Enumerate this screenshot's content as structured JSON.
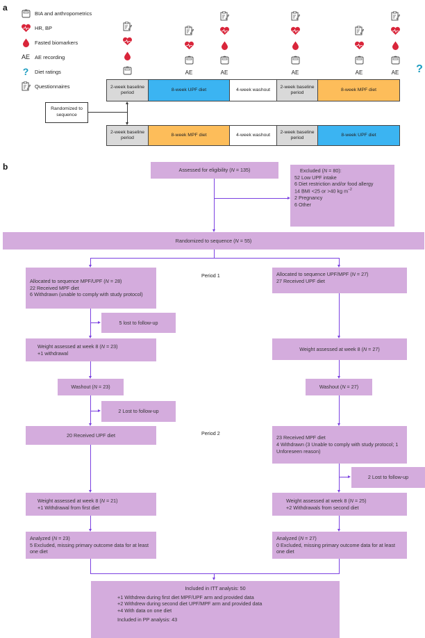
{
  "panel_a": {
    "label": "a",
    "legend": [
      {
        "icon": "scale-icon",
        "text": "BIA and anthropometrics"
      },
      {
        "icon": "heart-pulse-icon",
        "text": "HR, BP"
      },
      {
        "icon": "blood-drop-icon",
        "text": "Fasted biomarkers"
      },
      {
        "icon": "ae-text-icon",
        "icon_text": "AE",
        "text": "AE recording"
      },
      {
        "icon": "question-icon",
        "text": "Diet ratings"
      },
      {
        "icon": "clipboard-icon",
        "text": "Questionnaires"
      }
    ],
    "sequence_1": [
      {
        "type": "baseline",
        "text": "2-week baseline period"
      },
      {
        "type": "upf",
        "text": "8-week UPF diet"
      },
      {
        "type": "washout",
        "text": "4-week washout"
      },
      {
        "type": "baseline",
        "text": "2-week baseline period"
      },
      {
        "type": "mpf",
        "text": "8-week MPF diet"
      }
    ],
    "sequence_2": [
      {
        "type": "baseline",
        "text": "2-week baseline period"
      },
      {
        "type": "mpf",
        "text": "8-week MPF diet"
      },
      {
        "type": "washout",
        "text": "4-week washout"
      },
      {
        "type": "baseline",
        "text": "2-week baseline period"
      },
      {
        "type": "upf",
        "text": "8-week UPF diet"
      }
    ],
    "randomized_label": "Randomized to sequence",
    "timepoints": [
      {
        "questionnaire": true,
        "heart": true,
        "blood": true,
        "scale": true,
        "ae": false
      },
      {
        "questionnaire": true,
        "heart": true,
        "blood": false,
        "scale": true,
        "ae": true
      },
      {
        "questionnaire": true,
        "heart": true,
        "blood": true,
        "scale": true,
        "ae": true
      },
      {
        "questionnaire": true,
        "heart": true,
        "blood": true,
        "scale": true,
        "ae": true
      },
      {
        "questionnaire": true,
        "heart": true,
        "blood": false,
        "scale": true,
        "ae": true
      },
      {
        "questionnaire": true,
        "heart": true,
        "blood": true,
        "scale": true,
        "ae": true
      },
      {
        "diet_rating": true
      }
    ],
    "ae_label": "AE",
    "question_mark": "?",
    "colors": {
      "baseline": "#d9d9d9",
      "upf": "#3bb4f2",
      "mpf": "#fdbd5a",
      "washout": "#ffffff",
      "heart": "#d9253a",
      "drop": "#d9253a",
      "question": "#1a9cc0"
    }
  },
  "panel_b": {
    "label": "b",
    "colors": {
      "box": "#d4acdd",
      "line": "#7a3fe0"
    },
    "assessed": {
      "pre": "Assessed for eligibility (",
      "n": "N",
      "post": " = 135)"
    },
    "excluded": {
      "title_pre": "Excluded (",
      "title_n": "N",
      "title_post": " = 80):",
      "items": [
        "52 Low UPF intake",
        "6 Diet restriction and/or food allergy",
        "14 BMI <25 or >40 kg m",
        "2 Pregnancy",
        "6 Other"
      ],
      "bmi_superscript": "−2"
    },
    "randomized": {
      "pre": "Randomized to sequence (",
      "n": "N",
      "post": " = 55)"
    },
    "period_1": "Period 1",
    "period_2": "Period 2",
    "left": {
      "allocated": {
        "pre": "Allocated to sequence MPF/UPF (",
        "n": "N",
        "post": " = 28)",
        "lines": [
          "22 Received MPF diet",
          "6 Withdrawn (unable to comply with study protocol)"
        ]
      },
      "lost_1": "5 lost to follow-up",
      "weight_1": {
        "pre": "Weight assessed at week 8 (",
        "n": "N",
        "post": " = 23)",
        "lines": [
          "+1 withdrawal"
        ]
      },
      "washout": {
        "pre": "Washout (",
        "n": "N",
        "post": " = 23)"
      },
      "lost_2": "2 Lost to follow-up",
      "received_2": "20 Received UPF diet",
      "weight_2": {
        "pre": "Weight assessed at week 8 (",
        "n": "N",
        "post": " = 21)",
        "lines": [
          "+1 Withdrawal from first diet"
        ]
      },
      "analyzed": {
        "pre": "Analyzed (",
        "n": "N",
        "post": " = 23)",
        "lines": [
          "5 Excluded, missing primary outcome data for at least one diet"
        ]
      }
    },
    "right": {
      "allocated": {
        "pre": "Allocated to sequence UPF/MPF (",
        "n": "N",
        "post": " = 27)",
        "lines": [
          "27 Received UPF diet"
        ]
      },
      "weight_1": {
        "pre": "Weight assessed at week 8 (",
        "n": "N",
        "post": " = 27)"
      },
      "washout": {
        "pre": "Washout (",
        "n": "N",
        "post": " = 27)"
      },
      "received_2": {
        "lines": [
          "23 Received MPF diet",
          "4 Withdrawn (3 Unable to comply with study protocol; 1 Unforeseen reason)"
        ]
      },
      "lost_2": "2 Lost to follow-up",
      "weight_2": {
        "pre": "Weight assessed at week 8 (",
        "n": "N",
        "post": " = 25)",
        "lines": [
          "+2 Withdrawals from second diet"
        ]
      },
      "analyzed": {
        "pre": "Analyzed (",
        "n": "N",
        "post": " = 27)",
        "lines": [
          "0 Excluded, missing primary outcome data for at least one diet"
        ]
      }
    },
    "final": {
      "itt": "Included in ITT analysis: 50",
      "lines": [
        "+1 Withdrew during first diet MPF/UPF arm and provided data",
        "+2 Withdrew during second diet UPF/MPF arm and provided data",
        "+4 With data on one diet"
      ],
      "pp": "Included in PP analysis: 43"
    }
  }
}
